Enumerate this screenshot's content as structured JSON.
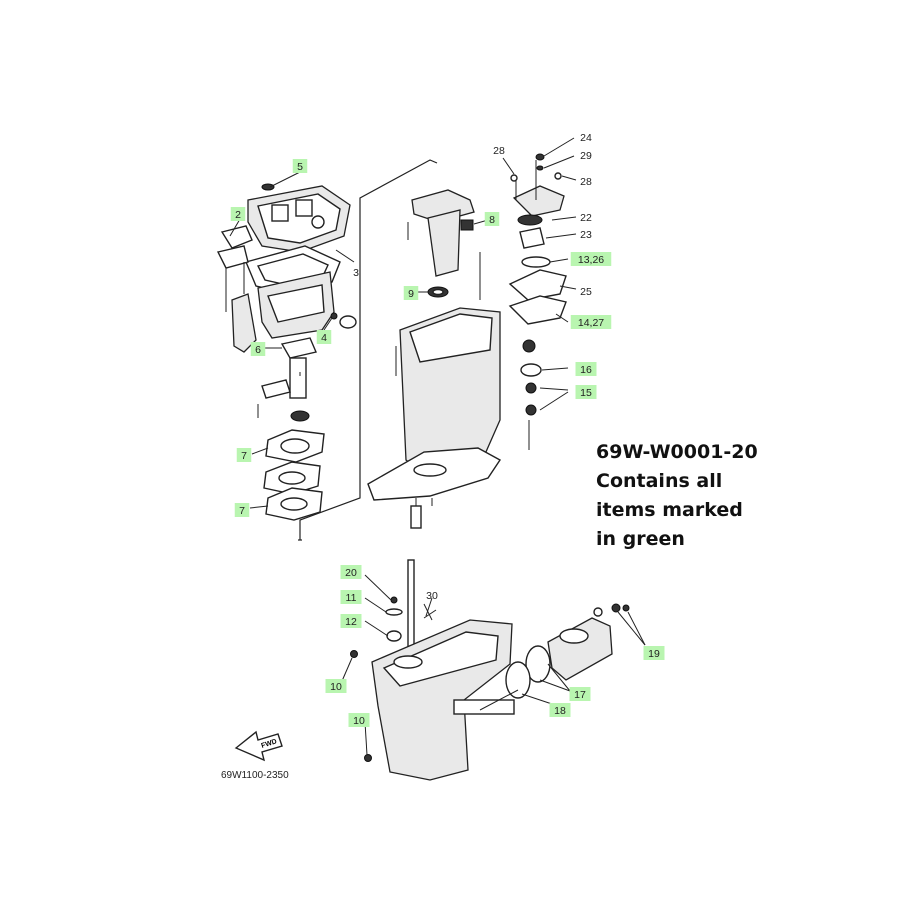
{
  "diagram": {
    "drawing_code": "69W1100-2350",
    "fwd_label": "FWD",
    "kit_note": {
      "kit_number": "69W-W0001-20",
      "lines": [
        "Contains all",
        "items marked",
        "in green"
      ]
    },
    "highlight_color": "#b9f5b0",
    "callouts": [
      {
        "id": "c5",
        "text": "5",
        "highlighted": true
      },
      {
        "id": "c2",
        "text": "2",
        "highlighted": true
      },
      {
        "id": "c3",
        "text": "3",
        "highlighted": false
      },
      {
        "id": "c4",
        "text": "4",
        "highlighted": true
      },
      {
        "id": "c6",
        "text": "6",
        "highlighted": true
      },
      {
        "id": "c7a",
        "text": "7",
        "highlighted": true
      },
      {
        "id": "c7b",
        "text": "7",
        "highlighted": true
      },
      {
        "id": "c8",
        "text": "8",
        "highlighted": true
      },
      {
        "id": "c9",
        "text": "9",
        "highlighted": true
      },
      {
        "id": "c28a",
        "text": "28",
        "highlighted": false
      },
      {
        "id": "c24",
        "text": "24",
        "highlighted": false
      },
      {
        "id": "c29",
        "text": "29",
        "highlighted": false
      },
      {
        "id": "c28b",
        "text": "28",
        "highlighted": false
      },
      {
        "id": "c22",
        "text": "22",
        "highlighted": false
      },
      {
        "id": "c23",
        "text": "23",
        "highlighted": false
      },
      {
        "id": "c1326",
        "text": "13,26",
        "highlighted": true
      },
      {
        "id": "c25",
        "text": "25",
        "highlighted": false
      },
      {
        "id": "c1427",
        "text": "14,27",
        "highlighted": true
      },
      {
        "id": "c16",
        "text": "16",
        "highlighted": true
      },
      {
        "id": "c15",
        "text": "15",
        "highlighted": true
      },
      {
        "id": "c20",
        "text": "20",
        "highlighted": true
      },
      {
        "id": "c11",
        "text": "11",
        "highlighted": true
      },
      {
        "id": "c12",
        "text": "12",
        "highlighted": true
      },
      {
        "id": "c30",
        "text": "30",
        "highlighted": false
      },
      {
        "id": "c10a",
        "text": "10",
        "highlighted": true
      },
      {
        "id": "c10b",
        "text": "10",
        "highlighted": true
      },
      {
        "id": "c19",
        "text": "19",
        "highlighted": true
      },
      {
        "id": "c17",
        "text": "17",
        "highlighted": true
      },
      {
        "id": "c18",
        "text": "18",
        "highlighted": true
      }
    ]
  }
}
